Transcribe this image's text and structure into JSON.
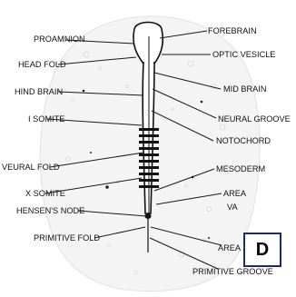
{
  "labels": {
    "proamnion": "PROAMNION",
    "head_fold": "HEAD FOLD",
    "hind_brain": "HIND BRAIN",
    "i_somite": "I SOMITE",
    "neural_fold": "VEURAL FOLD",
    "x_somite": "X SOMITE",
    "hensens_node": "HENSEN'S NODE",
    "primitive_fold": "PRIMITIVE FOLD",
    "forebrain": "FOREBRAIN",
    "optic_vesicle": "OPTIC VESICLE",
    "mid_brain": "MID BRAIN",
    "neural_groove": "NEURAL GROOVE",
    "notochord": "NOTOCHORD",
    "mesoderm": "MESODERM",
    "area_1": "AREA",
    "area_1_cont": "VA",
    "area_2": "AREA",
    "primitive_groove": "PRIMITIVE GROOVE"
  },
  "panel_letter": "D",
  "colors": {
    "badge_border": "#1f2b66",
    "ink": "#111111",
    "background": "#ffffff"
  }
}
